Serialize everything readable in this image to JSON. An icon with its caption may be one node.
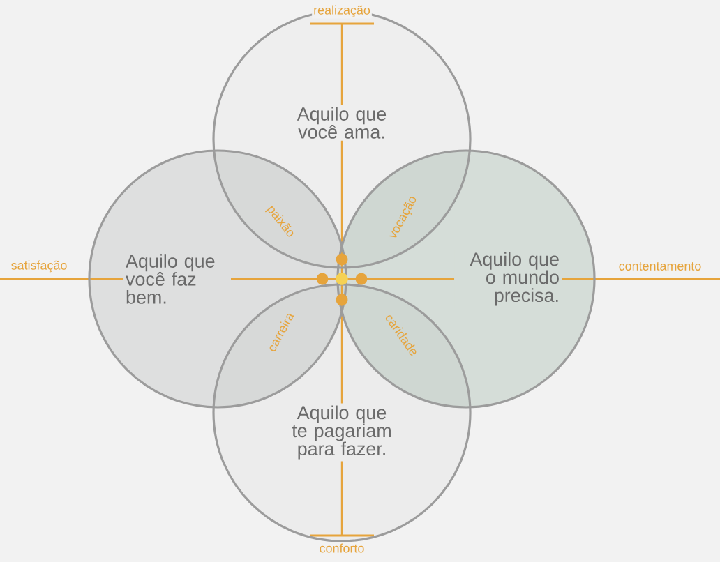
{
  "diagram": {
    "nodes": [
      {
        "text": [
          "Aquilo que você ama."
        ]
      },
      {
        "text": [
          "Aquilo que você faz bem."
        ]
      },
      {
        "text": [
          "Aquilo que o mundo precisa."
        ]
      },
      {
        "text": [
          "Aquilo que te pagariam para fazer."
        ]
      }
    ],
    "labels": [
      "realização",
      "paixão",
      "vocação",
      "satisfação",
      "contentamento",
      "carreira",
      "caridade",
      "conforto"
    ]
  }
}
